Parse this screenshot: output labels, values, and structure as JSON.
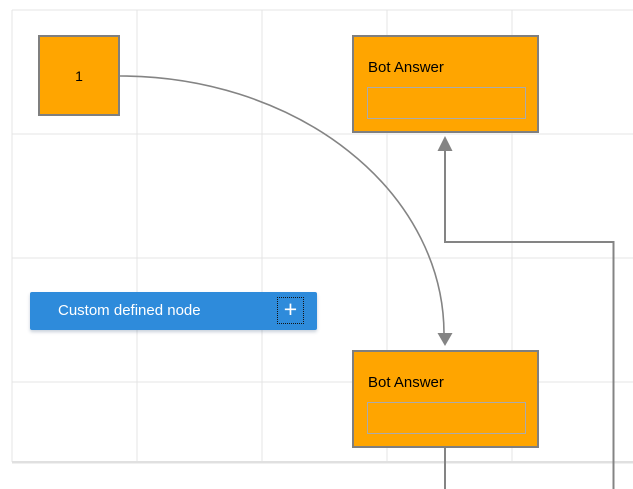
{
  "canvas": {
    "description": "bot flow diagram canvas"
  },
  "colors": {
    "canvas_bg": "#ffffff",
    "gridline": "#e4e4e4",
    "gridline_edge": "#e0e0e0",
    "connector": "#848484",
    "node_orange": "#ffa500",
    "node_border": "#7f7f7f",
    "field_border": "#ababab",
    "node_blue": "#2e8bdb",
    "title_text": "#000000",
    "custom_text": "#ffffff"
  },
  "nodes": {
    "start": {
      "label": "1"
    },
    "bot_top": {
      "title": "Bot Answer",
      "field_value": ""
    },
    "bot_bottom": {
      "title": "Bot Answer",
      "field_value": ""
    },
    "custom": {
      "label": "Custom defined node",
      "add_icon": "+"
    }
  }
}
